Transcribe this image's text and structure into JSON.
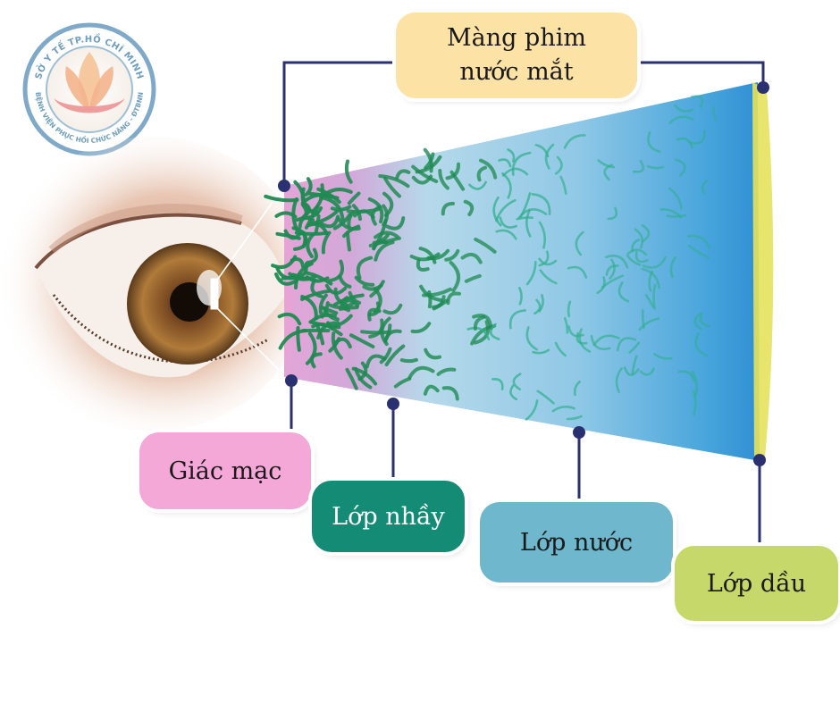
{
  "logo": {
    "outer_text": "SỞ Y TẾ TP.HỒ CHÍ MINH",
    "inner_text": "BỆNH VIỆN PHỤC HỒI CHỨC NĂNG - ĐTBNN",
    "color": "#6f9fbf"
  },
  "title": {
    "line1": "Màng phim",
    "line2": "nước mắt"
  },
  "labels": {
    "cornea": "Giác mạc",
    "mucus_layer": "Lớp nhầy",
    "water_layer": "Lớp nước",
    "oil_layer": "Lớp dầu"
  },
  "colors": {
    "connector": "#2a3170",
    "title_box": "#fde2a6",
    "cornea": "#f4a8d8",
    "mucus": "#148b74",
    "water": "#6fb7cc",
    "oil": "#c7d86a",
    "iris": "#9c6a2e",
    "fiber": "#2e9a5c"
  }
}
